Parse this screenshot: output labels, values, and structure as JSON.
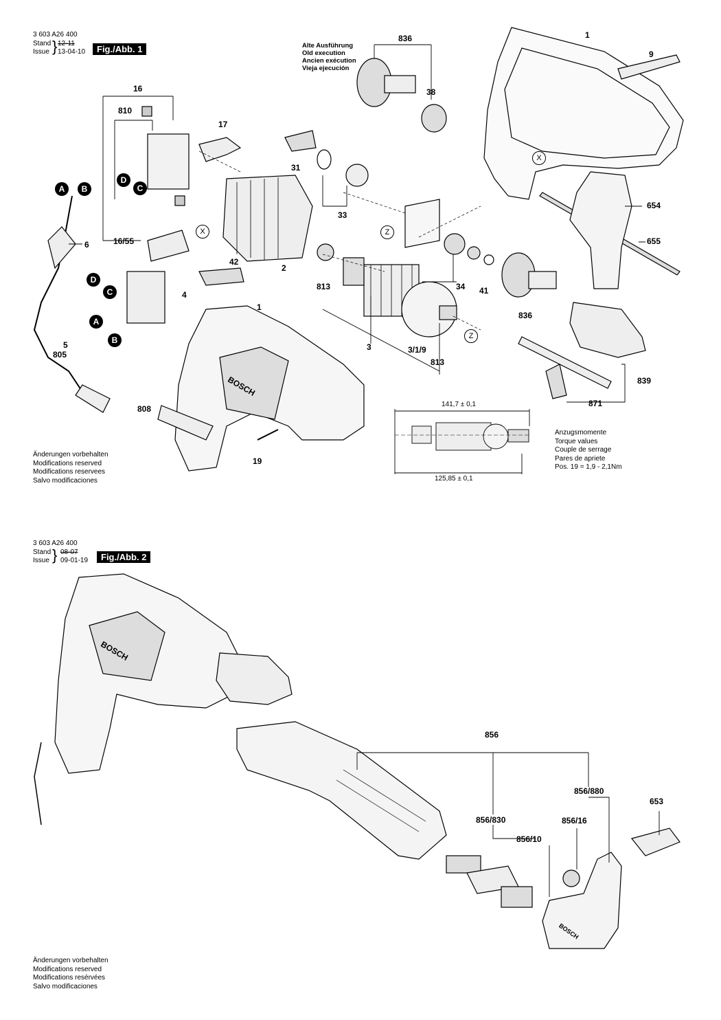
{
  "fig1": {
    "doc_number": "3 603 A26 400",
    "stand_label": "Stand",
    "issue_label": "Issue",
    "old_date": "12-11",
    "new_date": "13-04-10",
    "fig_badge": "Fig./Abb. 1",
    "old_execution": [
      "Alte Ausführung",
      "Old execution",
      "Ancien exécution",
      "Vieja ejecución"
    ],
    "torque": [
      "Anzugsmomente",
      "Torque values",
      "Couple de serrage",
      "Pares de apriete",
      "Pos. 19  =  1,9  -  2,1Nm"
    ],
    "modifications": [
      "Änderungen vorbehalten",
      "Modifications reserved",
      "Modifications reservees",
      "Salvo modificaciones"
    ],
    "dim_total": "141,7 ± 0,1",
    "dim_inner": "125,85 ± 0,1",
    "parts": {
      "p836a": "836",
      "p38": "38",
      "p1a": "1",
      "p9": "9",
      "p16": "16",
      "p810": "810",
      "p17": "17",
      "p31": "31",
      "p33": "33",
      "p6": "6",
      "p16_55": "16/55",
      "p2": "2",
      "p42": "42",
      "p4": "4",
      "p813a": "813",
      "p34": "34",
      "p41": "41",
      "p654": "654",
      "p655": "655",
      "p1b": "1",
      "p836b": "836",
      "p3": "3",
      "p3_1_9": "3/1/9",
      "p813b": "813",
      "p5": "5",
      "p805": "805",
      "p808": "808",
      "p19": "19",
      "p839": "839",
      "p871": "871"
    },
    "markers": {
      "A": "A",
      "B": "B",
      "C": "C",
      "D": "D",
      "X": "X",
      "Z": "Z"
    }
  },
  "fig2": {
    "doc_number": "3 603 A26 400",
    "stand_label": "Stand",
    "issue_label": "Issue",
    "old_date": "08-07",
    "new_date": "09-01-19",
    "fig_badge": "Fig./Abb. 2",
    "modifications": [
      "Änderungen vorbehalten",
      "Modifications reserved",
      "Modifications resérvées",
      "Salvo modificaciones"
    ],
    "parts": {
      "p856": "856",
      "p856_880": "856/880",
      "p653": "653",
      "p856_830": "856/830",
      "p856_16": "856/16",
      "p856_10": "856/10"
    },
    "brand": "BOSCH"
  }
}
